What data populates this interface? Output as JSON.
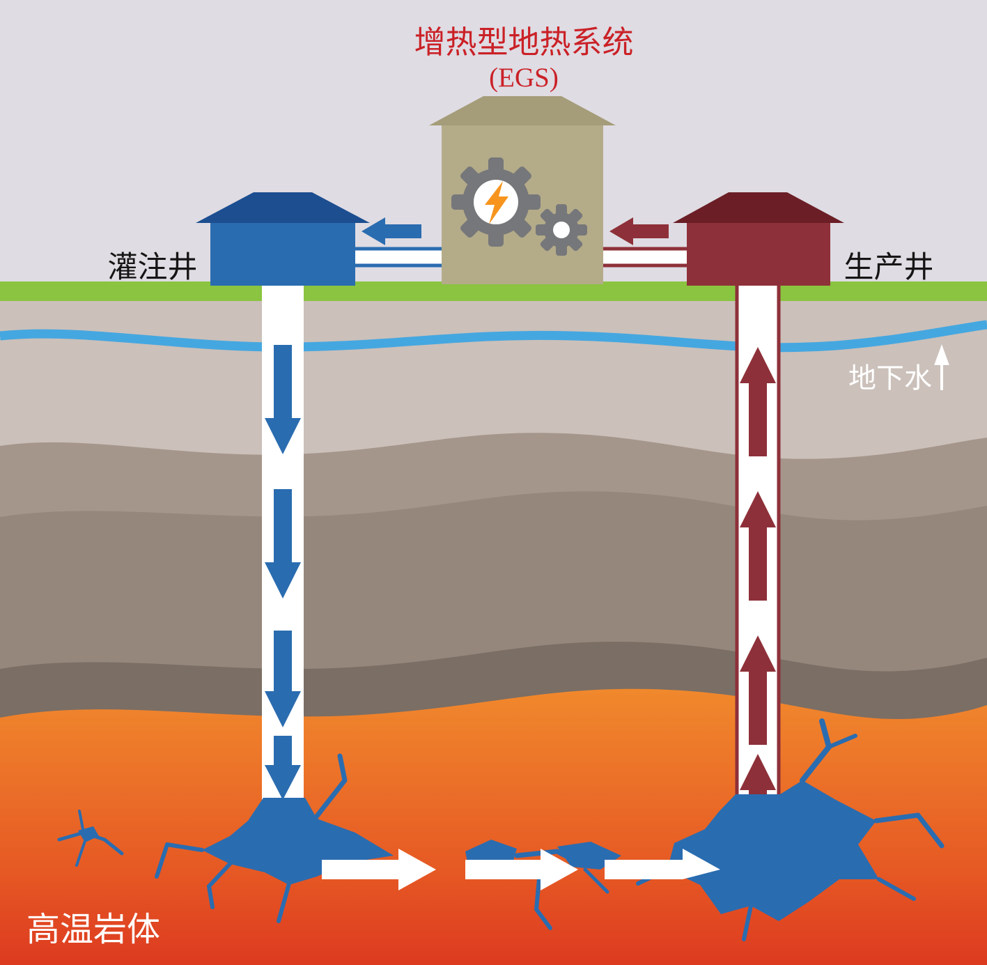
{
  "title": {
    "line1": "增热型地热系统",
    "line2": "(EGS)"
  },
  "labels": {
    "injection_well": "灌注井",
    "production_well": "生产井",
    "groundwater": "地下水",
    "hot_rock": "高温岩体"
  },
  "icons": {
    "gear_large": "gear-icon",
    "gear_small": "gear-icon",
    "lightning": "lightning-bolt-icon",
    "groundwater_arrow": "up-arrow-icon",
    "flow_arrows": "right-arrow-icon",
    "injection_flow": "down-arrow-icon",
    "production_flow": "up-arrow-icon"
  },
  "colors": {
    "sky": "#dfdce3",
    "grass": "#8ac440",
    "layer1": "#cbc0ba",
    "layer2": "#a5968b",
    "layer3": "#95877c",
    "layer4": "#7b6e64",
    "hot_top": "#f18a2d",
    "hot_bottom": "#dd3a20",
    "groundwater_blue": "#45a7e0",
    "injection_blue": "#2a6cb0",
    "injection_roof": "#1c4e90",
    "production_red": "#8e3039",
    "production_roof": "#6b1e26",
    "plant_wall": "#b4ab89",
    "plant_roof": "#a59c79",
    "gear_gray": "#76777a",
    "bolt_orange": "#f7941d",
    "title_red": "#ca2127",
    "label_black": "#151515",
    "flow_arrow_white": "#ffffff"
  }
}
